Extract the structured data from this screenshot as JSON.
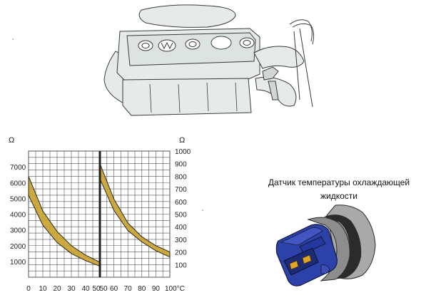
{
  "chart": {
    "left_unit": "Ω",
    "right_unit": "Ω",
    "left_ticks": [
      "7000",
      "6000",
      "5000",
      "4000",
      "3000",
      "2000",
      "1000"
    ],
    "right_ticks": [
      "1000",
      "900",
      "800",
      "700",
      "600",
      "500",
      "400",
      "300",
      "200",
      "100"
    ],
    "x_ticks": [
      "0",
      "10",
      "20",
      "30",
      "40",
      "50",
      "50",
      "60",
      "70",
      "80",
      "90",
      "100°C"
    ]
  },
  "chart_data": [
    {
      "type": "area",
      "ylabel": "Ω",
      "xlim": [
        0,
        50
      ],
      "ylim": [
        0,
        8000
      ],
      "x": [
        0,
        10,
        20,
        30,
        40,
        50
      ],
      "series": [
        {
          "values_upper": [
            6400,
            4200,
            2900,
            2000,
            1400,
            950
          ]
        },
        {
          "values_lower": [
            5200,
            3300,
            2200,
            1500,
            1050,
            700
          ]
        }
      ],
      "fill_color": "#c8a22e"
    },
    {
      "type": "area",
      "ylabel": "Ω",
      "xlim": [
        50,
        100
      ],
      "ylim": [
        0,
        1000
      ],
      "x": [
        50,
        60,
        70,
        80,
        90,
        100
      ],
      "series": [
        {
          "values_upper": [
            900,
            620,
            430,
            320,
            250,
            200
          ]
        },
        {
          "values_lower": [
            780,
            530,
            370,
            280,
            210,
            160
          ]
        }
      ],
      "fill_color": "#c8a22e"
    }
  ],
  "caption": {
    "line1": "Датчик  температуры  охлаждающей",
    "line2": "жидкости"
  },
  "colors": {
    "grid": "#555555",
    "band": "#c8a22e",
    "sensor_blue": "#2d42a8",
    "sensor_gray": "#8d8d8d",
    "engine_fill": "#e6ebe9",
    "engine_line": "#3a3a3a"
  }
}
